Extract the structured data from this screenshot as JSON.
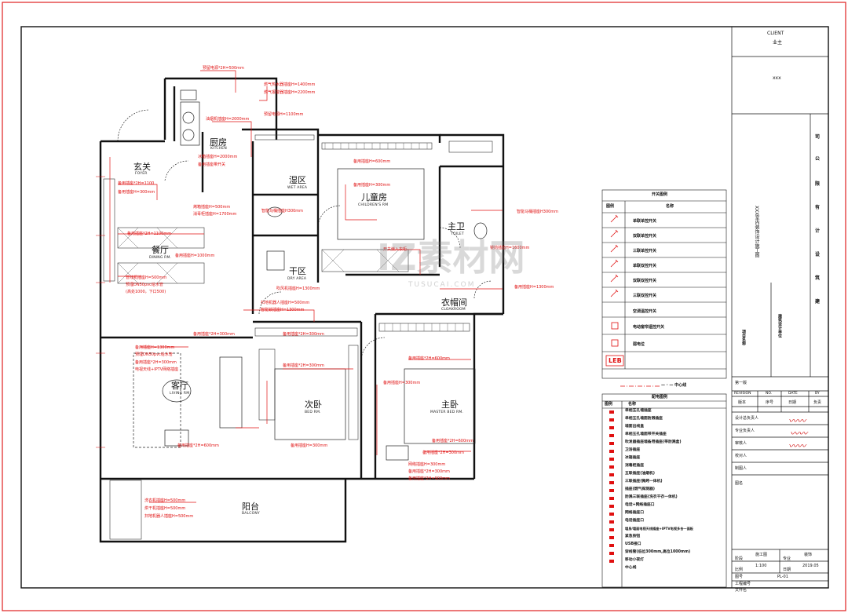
{
  "rooms": [
    {
      "key": "kitchen",
      "zh": "厨房",
      "en": "KITCHEN"
    },
    {
      "key": "foyer",
      "zh": "玄关",
      "en": "FOYER"
    },
    {
      "key": "wet",
      "zh": "湿区",
      "en": "WET AREA"
    },
    {
      "key": "children",
      "zh": "儿童房",
      "en": "CHILDREN'S RM"
    },
    {
      "key": "toilet",
      "zh": "主卫",
      "en": "TOILET"
    },
    {
      "key": "dining",
      "zh": "餐厅",
      "en": "DINING RM."
    },
    {
      "key": "dry",
      "zh": "干区",
      "en": "DRY AREA"
    },
    {
      "key": "cloak",
      "zh": "衣帽间",
      "en": "CLOAKROOM"
    },
    {
      "key": "living",
      "zh": "客厅",
      "en": "LIVING RM."
    },
    {
      "key": "bed2",
      "zh": "次卧",
      "en": "BED RM."
    },
    {
      "key": "master",
      "zh": "主卧",
      "en": "MASTER BED RM."
    },
    {
      "key": "balcony",
      "zh": "阳台",
      "en": "BALCONY"
    }
  ],
  "notes": [
    "预留电源*2H=500mm",
    "燃气热水器插座H=1400mm",
    "燃气报警器插座H=2200mm",
    "油烟机插座H=2000mm",
    "预留电源H=1100mm",
    "冰箱插座H=2000mm",
    "备用插座带开关",
    "备用插座*2H=1100",
    "备用插座H=300mm",
    "烤箱插座H=500mm",
    "消毒柜插座H=1700mm",
    "备用插座H=600mm",
    "备用插座H=300mm",
    "智能马桶插座H300mm",
    "智能马桶插座H300mm",
    "镜前插座H=1600mm",
    "备用插座*2H=1100mm",
    "备用插座H=1000mm",
    "开关嵌入衣柜",
    "管线机插座H=500mm",
    "预埋DN50pvc给水管",
    "(高处1000，下口500)",
    "吹风机插座H=1300mm",
    "备用插座H=1300mm",
    "扫地机器人插座H=500mm",
    "智能锁插座H=1300mm",
    "备用插座*2H=300mm",
    "备用插座*2H=300mm",
    "备用插座H=1300mm",
    "预埋DN50pvc给水管",
    "备用插座*2H=300mm",
    "电视天线+IPTV网络插座",
    "备用插座*2H=300mm",
    "备用插座*2H=600mm",
    "备用插座*2H=600mm",
    "备用插座H=300mm",
    "备用插座H=300mm",
    "备用插座*2H=300mm",
    "备用插座*2H=600mm",
    "网络插座H=300mm",
    "备用插座*2H=300mm",
    "备用插座*2H=900mm",
    "洗衣机插座H=500mm",
    "烘干机插座H=500mm",
    "扫地机器人插座H=500mm"
  ],
  "switch_legend": {
    "title": "开关图例",
    "col_icon": "图例",
    "col_name": "名称",
    "items": [
      "单联单控开关",
      "双联单控开关",
      "三联单控开关",
      "单联双控开关",
      "双联双控开关",
      "三联双控开关",
      "空调温控开关",
      "电动窗帘遥控开关",
      "弱电位"
    ],
    "leb": "LEB",
    "center_line": "— · — 中心线"
  },
  "power_legend": {
    "title": "配电图例",
    "col_icon": "图例",
    "col_name": "名称",
    "items": [
      "单相五孔墙插座",
      "单相五孔墙面防溅插座",
      "墙面出线盒",
      "单相五孔墙面带开关插座",
      "吹发器插座墙备用插座(带防溅盒)",
      "卫浴插座",
      "冰箱插座",
      "消毒柜插座",
      "五联插座(油烟机)",
      "三联插座(微烤一体机)",
      "插座(燃气探测器)",
      "防溅三联插座(洗衣干衣一体机)",
      "电话+网络插座口",
      "网络插座口",
      "电话插座口",
      "墙身/墙面电视天线插座+IPTV电视多合一面板",
      "紧急按钮",
      "USB接口",
      "穿线管(低位300mm,高位1000mm)",
      "移动小夜灯",
      "中心线"
    ]
  },
  "title_block": {
    "client_en": "CLIENT",
    "client_zh": "业主",
    "client_name": "xxx",
    "company_chars": [
      "司",
      "公",
      "限",
      "有",
      "计",
      "设",
      "筑",
      "建"
    ],
    "project_title": "XXX室内装饰设计施工图",
    "project_name_label": "项目名称",
    "architect_label": "建筑设计单位",
    "revision_first": "第一版",
    "revision_en": [
      "REVISION",
      "NO.",
      "DATE",
      "BY"
    ],
    "revision_zh": [
      "版本",
      "序号",
      "日期",
      "负责"
    ],
    "roles": [
      "设计总负责人",
      "专业负责人",
      "审核人",
      "校对人",
      "制图人"
    ],
    "drawing_title": "图名",
    "stage_label": "阶段",
    "stage": "施工图",
    "discipline_label": "专业",
    "discipline": "装饰",
    "scale_label": "比例",
    "scale": "1:100",
    "date_label": "日期",
    "date": "2019.05",
    "drawing_no_label": "图号",
    "drawing_no": "PL-01",
    "project_no_label": "工程编号",
    "file_label": "文件名"
  },
  "watermark": {
    "text": "IZ素材网",
    "sub": "TUSUCAI.COM"
  },
  "colors": {
    "note": "#e01010",
    "line": "#111111",
    "hatch": "#555555"
  }
}
